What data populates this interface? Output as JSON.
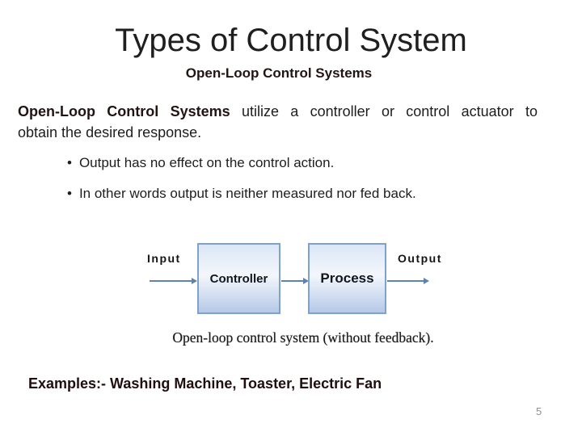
{
  "slide": {
    "title": "Types of Control System",
    "subtitle": "Open-Loop Control Systems",
    "intro": {
      "line1_bold": "Open-Loop Control Systems",
      "line1_rest": " utilize a controller or control actuator to",
      "line2": "obtain the desired response."
    },
    "bullets": [
      {
        "marker": "•",
        "text": "Output has no effect on the control action."
      },
      {
        "marker": "•",
        "text": "In other words output is neither measured nor fed back."
      }
    ],
    "diagram": {
      "input_label": "Input",
      "output_label": "Output",
      "blocks": [
        {
          "label": "Controller"
        },
        {
          "label": "Process"
        }
      ],
      "caption": "Open-loop control system (without feedback).",
      "colors": {
        "box_border": "#7ea2cf",
        "box_fill_top": "#dbe6f5",
        "box_fill_mid": "#f3f7fc",
        "box_fill_bottom": "#b6c9e8",
        "arrow": "#5d83ae"
      }
    },
    "examples": "Examples:- Washing Machine, Toaster, Electric Fan",
    "page_number": "5"
  }
}
